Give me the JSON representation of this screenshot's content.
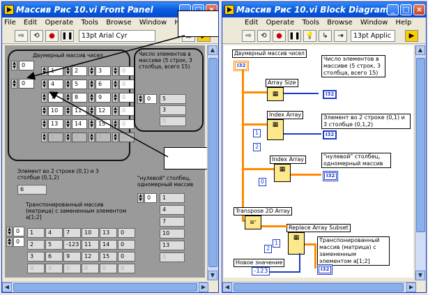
{
  "front_panel": {
    "title": "Массив Рис 10.vi Front Panel",
    "menu": [
      "File",
      "Edit",
      "Operate",
      "Tools",
      "Browse",
      "Window",
      "Help"
    ],
    "font_selector": "13pt Arial Cyr",
    "array_label": "Двумерный массив чисел",
    "index_row": "0",
    "index_col": "0",
    "array_cells": [
      [
        "1",
        "2",
        "3",
        "0"
      ],
      [
        "4",
        "5",
        "6",
        "0"
      ],
      [
        "7",
        "8",
        "9",
        "0"
      ],
      [
        "10",
        "11",
        "12",
        "0"
      ],
      [
        "13",
        "14",
        "15",
        "0"
      ],
      [
        "0",
        "0",
        "0",
        "0"
      ]
    ],
    "size_label": "Число элементов в массиве (5 строк, 3 столбца, всего 15)",
    "size_index": "0",
    "size_values": [
      "5",
      "3",
      "0"
    ],
    "element_label": "Элемент во 2 строке (0,1) и 3 столбце (0,1,2)",
    "element_value": "6",
    "column_label": "\"нулевой\" столбец, одномерный массив",
    "column_index": "0",
    "column_values": [
      "1",
      "4",
      "7",
      "10",
      "13",
      "0"
    ],
    "transposed_label": "Транспонированный массив (матрица) с замененным элементом a[1;2]",
    "transposed_index_row": "0",
    "transposed_index_col": "0",
    "transposed_cells": [
      [
        "1",
        "4",
        "7",
        "10",
        "13",
        "0"
      ],
      [
        "2",
        "5",
        "-123",
        "11",
        "14",
        "0"
      ],
      [
        "3",
        "6",
        "9",
        "12",
        "15",
        "0"
      ],
      [
        "0",
        "0",
        "0",
        "0",
        "0",
        "0"
      ]
    ]
  },
  "block_diagram": {
    "title": "Массив Рис 10.vi Block Diagram *",
    "menu": [
      "Edit",
      "Operate",
      "Tools",
      "Browse",
      "Window",
      "Help"
    ],
    "font_selector": "13pt Applic",
    "array_terminal_label": "Двумерный массив чисел",
    "array_terminal": "I32",
    "array_size": "Array Size",
    "size_indicator_label": "Число элементов в массиве (5 строк, 3 столбца, всего 15)",
    "size_terminal": "I32",
    "index_array_1": "Index Array",
    "index_const_1": "1",
    "index_const_2": "2",
    "element_indicator_label": "Элемент во 2 строке (0,1) и 3 столбце (0,1,2)",
    "element_terminal": "I32",
    "index_array_2": "Index Array",
    "index_const_3": "0",
    "column_indicator_label": "\"нулевой\" столбец, одномерный массив",
    "column_terminal": "I32",
    "transpose": "Transpose 2D Array",
    "replace": "Replace Array Subset",
    "replace_const_1": "2",
    "replace_const_2": "1",
    "new_value_label": "Новое значение",
    "new_value": "-123",
    "transposed_indicator_label": "Транспонированный массив (матрица) с замененным элементом a[1;2]",
    "transposed_terminal": "I32"
  },
  "icons": [
    "labview-icon",
    "run-arrow-icon",
    "run-continuous-icon",
    "abort-icon",
    "pause-icon",
    "vi-icon"
  ],
  "colors": {
    "titlebar": "#0a5fe0",
    "wire_int": "#1d3bc7",
    "wire_array": "#ff8a00",
    "panel": "#9a9a9a",
    "diagram": "#ffffff"
  }
}
